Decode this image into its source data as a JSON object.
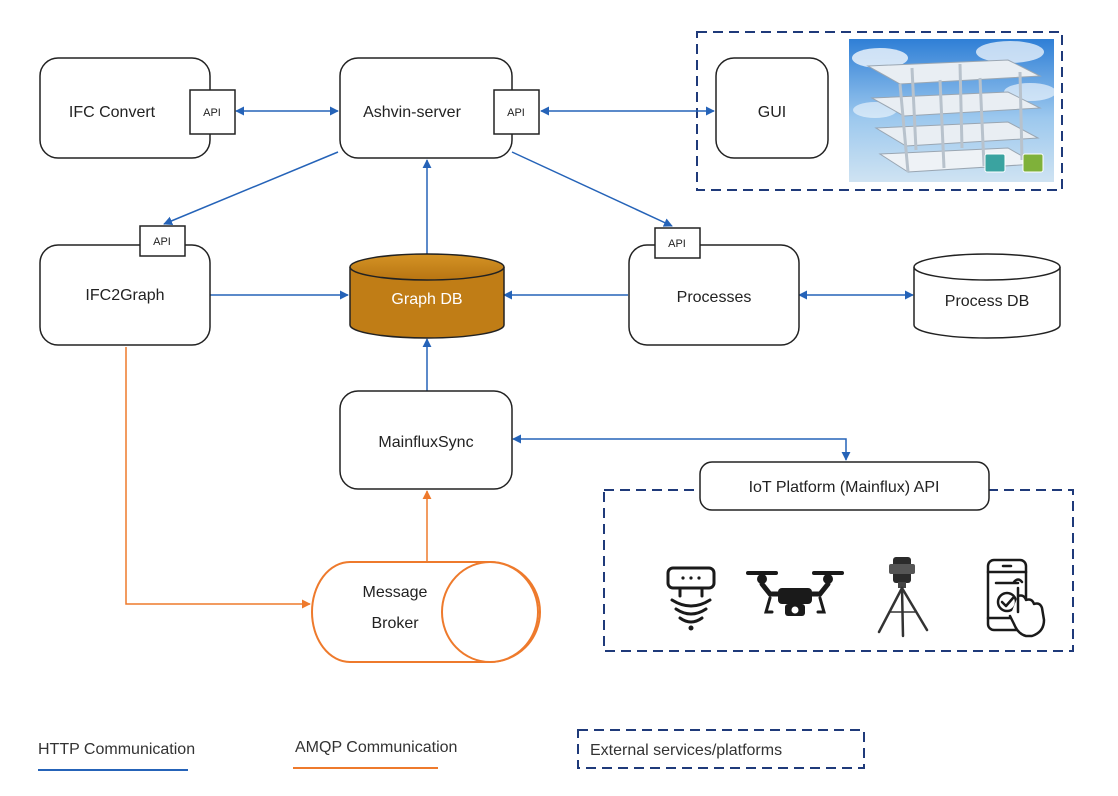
{
  "nodes": {
    "ifc_convert": "IFC Convert",
    "ashvin_server": "Ashvin-server",
    "gui": "GUI",
    "ifc2graph": "IFC2Graph",
    "graph_db": "Graph DB",
    "processes": "Processes",
    "process_db": "Process DB",
    "mainflux_sync": "MainfluxSync",
    "iot_platform": "IoT Platform (Mainflux) API",
    "message_broker_line1": "Message",
    "message_broker_line2": "Broker"
  },
  "api_label": "API",
  "devices": [
    "sensor-icon",
    "drone-icon",
    "laser-scanner-tripod-icon",
    "mobile-app-icon"
  ],
  "legend": {
    "http": "HTTP Communication",
    "amqp": "AMQP Communication",
    "external": "External services/platforms"
  },
  "colors": {
    "http": "#2563b8",
    "amqp": "#ee7a2c",
    "external_border": "#1f3a7a",
    "graph_db_fill": "#c07d16",
    "box_border": "#222222"
  }
}
